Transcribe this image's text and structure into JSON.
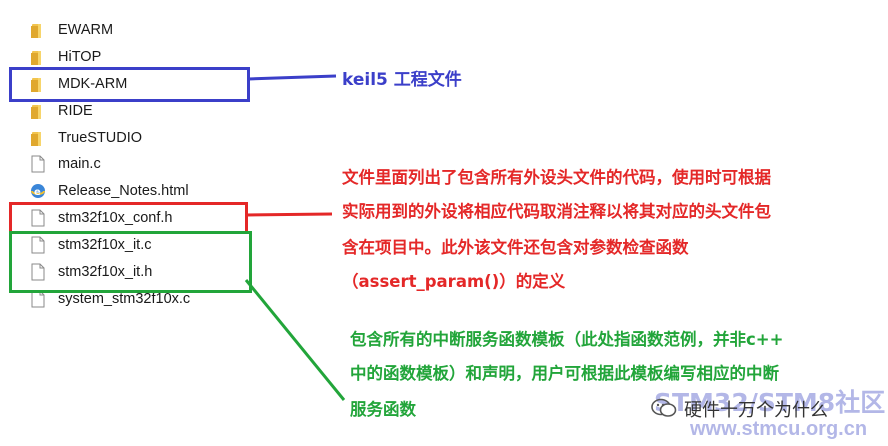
{
  "files": [
    {
      "name": "EWARM",
      "icon": "folder-icon",
      "kind": "folder"
    },
    {
      "name": "HiTOP",
      "icon": "folder-icon",
      "kind": "folder"
    },
    {
      "name": "MDK-ARM",
      "icon": "folder-icon",
      "kind": "folder"
    },
    {
      "name": "RIDE",
      "icon": "folder-icon",
      "kind": "folder"
    },
    {
      "name": "TrueSTUDIO",
      "icon": "folder-icon",
      "kind": "folder"
    },
    {
      "name": "main.c",
      "icon": "file-icon",
      "kind": "file"
    },
    {
      "name": "Release_Notes.html",
      "icon": "html-file-icon",
      "kind": "html"
    },
    {
      "name": "stm32f10x_conf.h",
      "icon": "file-icon",
      "kind": "file"
    },
    {
      "name": "stm32f10x_it.c",
      "icon": "file-icon",
      "kind": "file"
    },
    {
      "name": "stm32f10x_it.h",
      "icon": "file-icon",
      "kind": "file"
    },
    {
      "name": "system_stm32f10x.c",
      "icon": "file-icon",
      "kind": "file"
    }
  ],
  "callouts": {
    "keil": "keil5  工程文件",
    "conf_line1": "文件里面列出了包含所有外设头文件的代码，使用时可根据",
    "conf_line2": "实际用到的外设将相应代码取消注释以将其对应的头文件包",
    "conf_line3": "含在项目中。此外该文件还包含对参数检查函数",
    "conf_line4": "（assert_param()）的定义",
    "it_line1": "包含所有的中断服务函数模板（此处指函数范例，并非c++",
    "it_line2": "中的函数模板）和声明，用户可根据此模板编写相应的中断",
    "it_line3": "服务函数"
  },
  "watermark": {
    "channel": "硬件十万个为什么",
    "site_top": "STM32/STM8社区",
    "site_url": "www.stmcu.org.cn"
  },
  "colors": {
    "blue": "#3b3fc9",
    "red": "#e42828",
    "green": "#22a53a",
    "folder": "#f2c44e",
    "watermark": "#8a8fd6"
  }
}
